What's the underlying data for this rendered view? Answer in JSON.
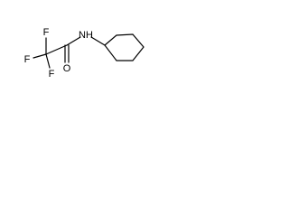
{
  "molecule": {
    "atoms": {
      "fluorine_upper": "F",
      "fluorine_left": "F",
      "fluorine_lower": "F",
      "nitrogen_hydrogen": "NH",
      "oxygen": "O"
    }
  }
}
